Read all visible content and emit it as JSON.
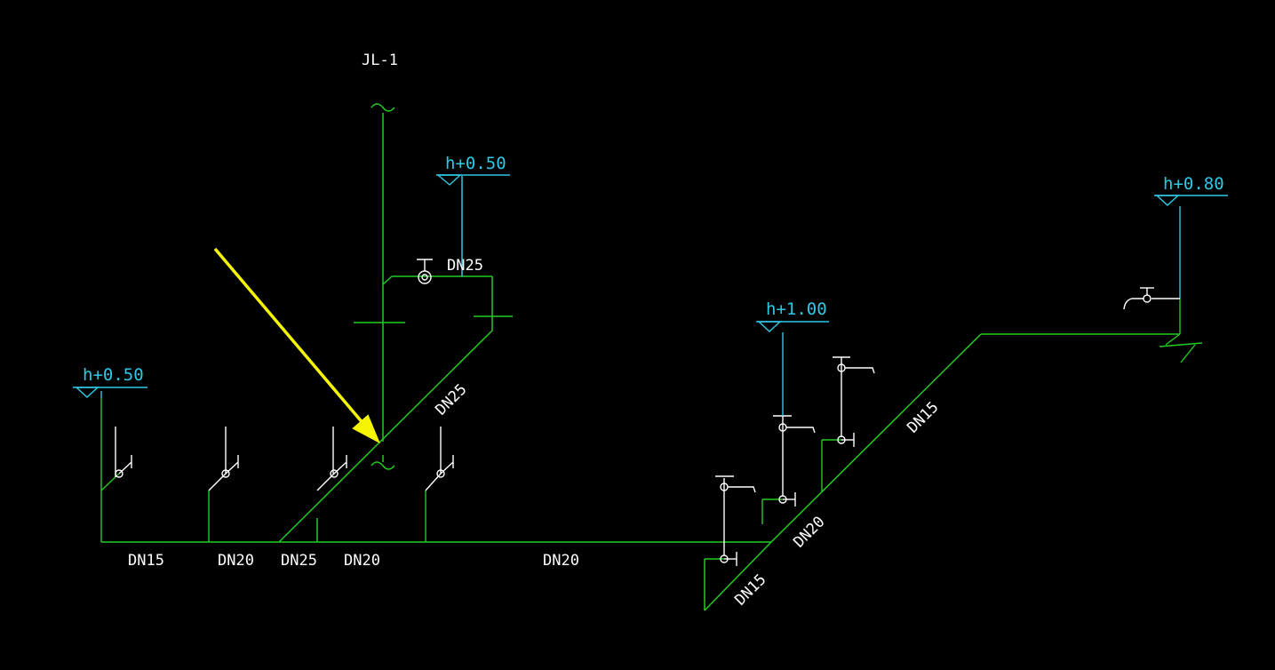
{
  "drawing": {
    "riser_label": "JL-1",
    "colors": {
      "background": "#000000",
      "pipe": "#22cc22",
      "elevation": "#2ec9e6",
      "text": "#ffffff",
      "pointer_arrow": "#f5f500"
    },
    "elevations": {
      "left_branch": "h+0.50",
      "top_branch": "h+0.50",
      "middle_branch": "h+1.00",
      "right_branch": "h+0.80"
    },
    "pipe_sizes": {
      "main_1": "DN15",
      "main_2": "DN20",
      "main_3": "DN25",
      "main_4": "DN20",
      "main_5": "DN20",
      "diag_riser": "DN25",
      "top_branch": "DN25",
      "lower_diag": "DN15",
      "middle_diag": "DN20",
      "right_diag": "DN15"
    }
  }
}
